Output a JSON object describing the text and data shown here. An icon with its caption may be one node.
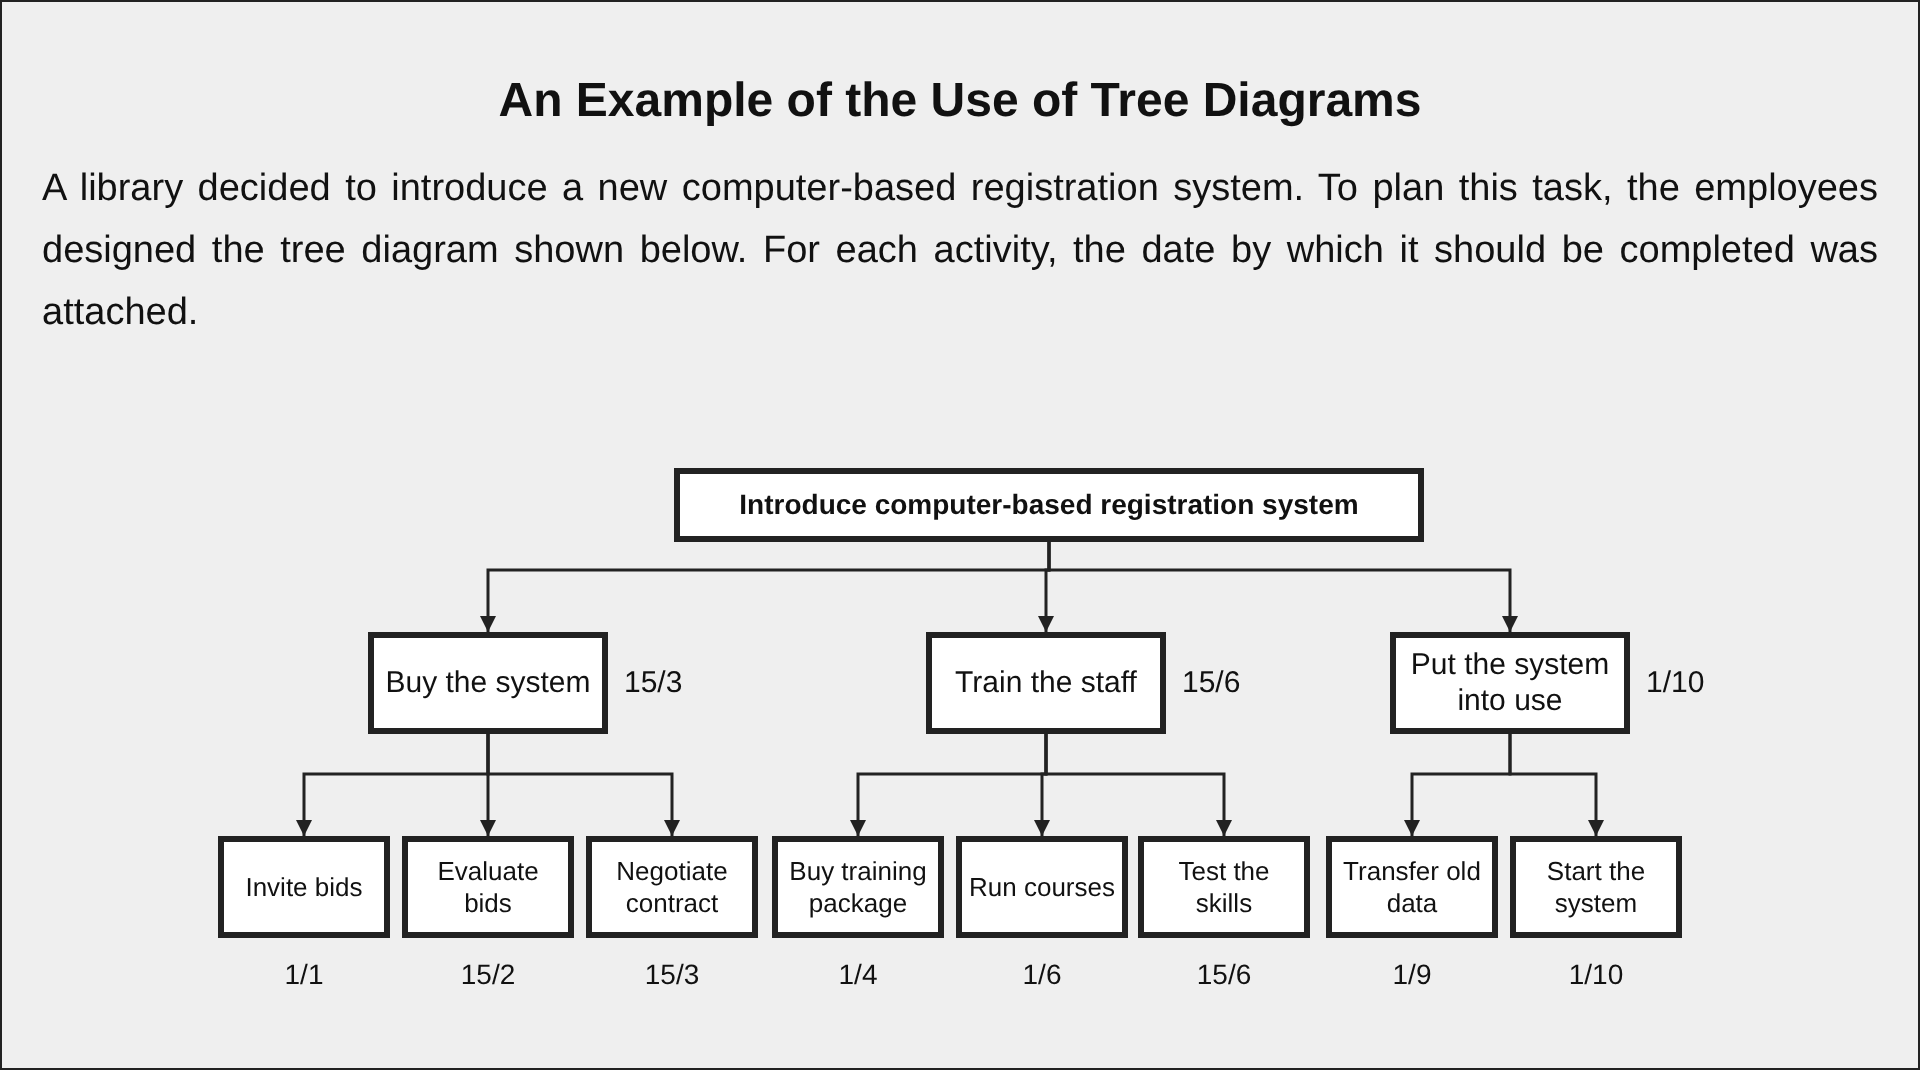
{
  "diagram": {
    "title": "An Example of the Use of Tree Diagrams",
    "nodes": [
      {
        "text": [
          "Introduce computer-based registration system"
        ]
      },
      {
        "text": [
          "Buy the system"
        ],
        "beside": [
          "15/3"
        ]
      },
      {
        "text": [
          "Train the staff"
        ],
        "beside": [
          "15/6"
        ]
      },
      {
        "text": [
          "Put the system into use"
        ],
        "beside": [
          "1/10"
        ]
      },
      {
        "text": [
          "Invite bids"
        ],
        "beside": [
          "1/1"
        ]
      },
      {
        "text": [
          "Evaluate bids"
        ],
        "beside": [
          "15/2"
        ]
      },
      {
        "text": [
          "Negotiate contract"
        ],
        "beside": [
          "15/3"
        ]
      },
      {
        "text": [
          "Buy training package"
        ],
        "beside": [
          "1/4"
        ]
      },
      {
        "text": [
          "Run courses"
        ],
        "beside": [
          "1/6"
        ]
      },
      {
        "text": [
          "Test the skills"
        ],
        "beside": [
          "15/6"
        ]
      },
      {
        "text": [
          "Transfer old data"
        ],
        "beside": [
          "1/9"
        ]
      },
      {
        "text": [
          "Start the system"
        ],
        "beside": [
          "1/10"
        ]
      }
    ],
    "edges": [
      {
        "from": 0,
        "to": 1,
        "arrow": "to"
      },
      {
        "from": 0,
        "to": 2,
        "arrow": "to"
      },
      {
        "from": 0,
        "to": 3,
        "arrow": "to"
      },
      {
        "from": 1,
        "to": 4,
        "arrow": "to"
      },
      {
        "from": 1,
        "to": 5,
        "arrow": "to"
      },
      {
        "from": 1,
        "to": 6,
        "arrow": "to"
      },
      {
        "from": 2,
        "to": 7,
        "arrow": "to"
      },
      {
        "from": 2,
        "to": 8,
        "arrow": "to"
      },
      {
        "from": 2,
        "to": 9,
        "arrow": "to"
      },
      {
        "from": 3,
        "to": 10,
        "arrow": "to"
      },
      {
        "from": 3,
        "to": 11,
        "arrow": "to"
      }
    ],
    "labels": [
      "A library decided to introduce a new computer-based registration system. To plan this task, the employees designed the tree diagram shown below. For each activity, the date by which it should be completed was attached."
    ]
  }
}
